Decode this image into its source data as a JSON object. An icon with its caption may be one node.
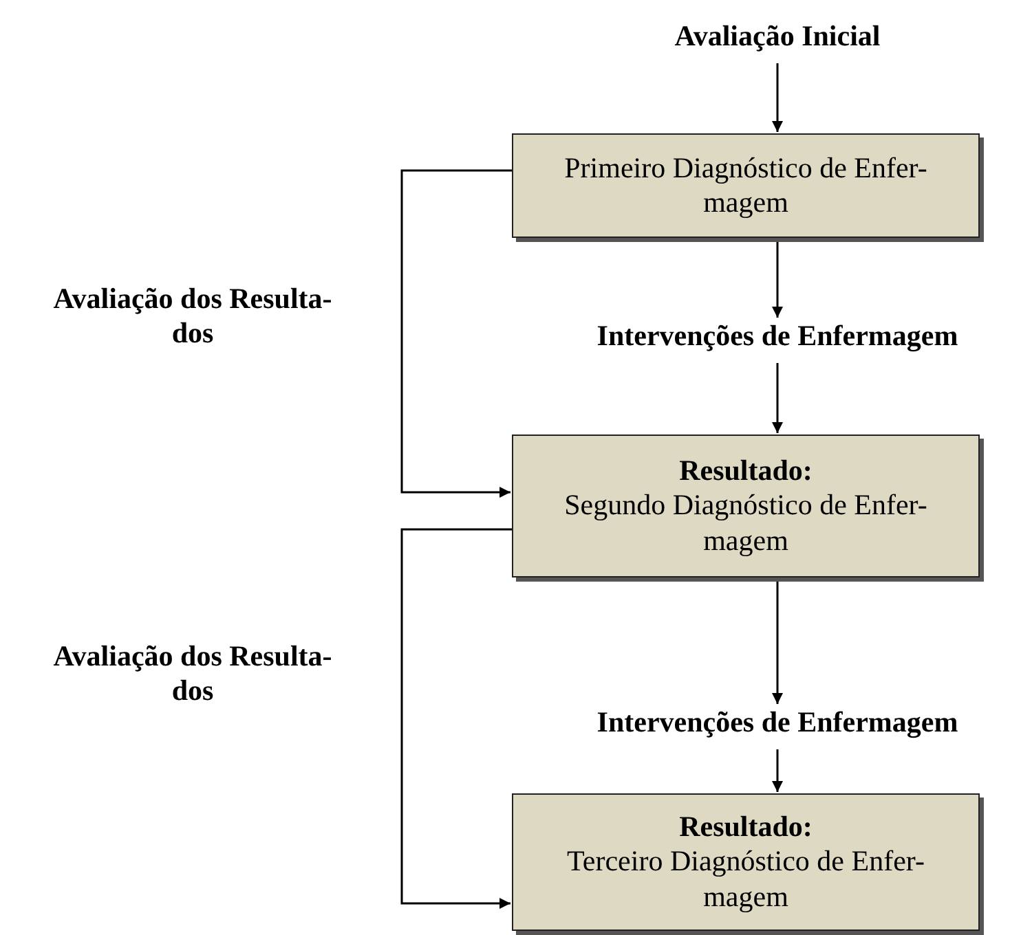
{
  "diagram": {
    "nodes": [
      {
        "text": [
          "Avaliação Inicial"
        ]
      },
      {
        "text": [
          "Primeiro Diagnóstico de Enfer- magem"
        ]
      },
      {
        "text": [
          "Intervenções de Enfermagem"
        ]
      },
      {
        "text": [
          "Resultado:",
          "Segundo Diagnóstico de Enfer- magem"
        ]
      },
      {
        "text": [
          "Intervenções de Enfermagem"
        ]
      },
      {
        "text": [
          "Resultado:",
          "Terceiro Diagnóstico de Enfer- magem"
        ]
      }
    ],
    "edges": [
      {
        "from": 0,
        "to": 1,
        "arrow": "to"
      },
      {
        "from": 1,
        "to": 2,
        "arrow": "to"
      },
      {
        "from": 2,
        "to": 3,
        "arrow": "to"
      },
      {
        "from": 3,
        "to": 4,
        "arrow": "to"
      },
      {
        "from": 4,
        "to": 5,
        "arrow": "to"
      },
      {
        "from": 1,
        "to": 3,
        "arrow": "to",
        "label": "Avaliação dos Resulta- dos"
      },
      {
        "from": 3,
        "to": 5,
        "arrow": "to",
        "label": "Avaliação dos Resulta- dos"
      }
    ]
  }
}
